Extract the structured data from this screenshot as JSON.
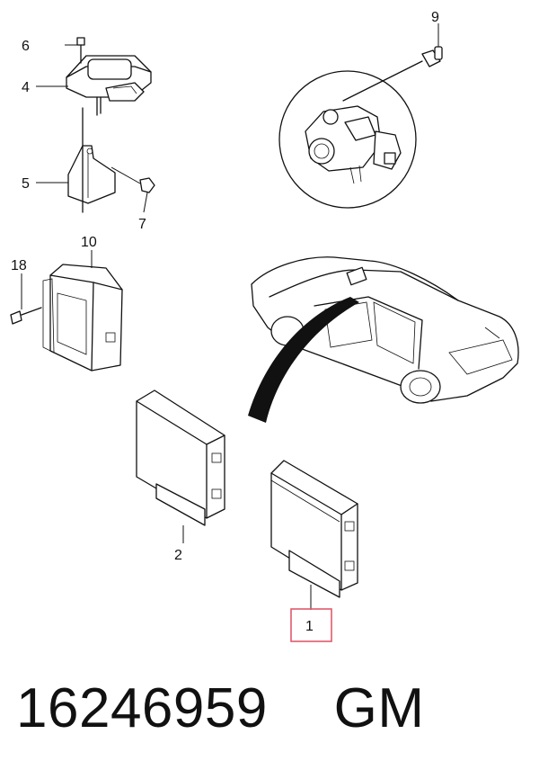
{
  "callouts": {
    "c1": "1",
    "c2": "2",
    "c4": "4",
    "c5": "5",
    "c6": "6",
    "c7": "7",
    "c9": "9",
    "c10": "10",
    "c18": "18"
  },
  "highlight_color": "#e05a6a",
  "caption": {
    "part_number": "16246959",
    "brand": "GM"
  }
}
